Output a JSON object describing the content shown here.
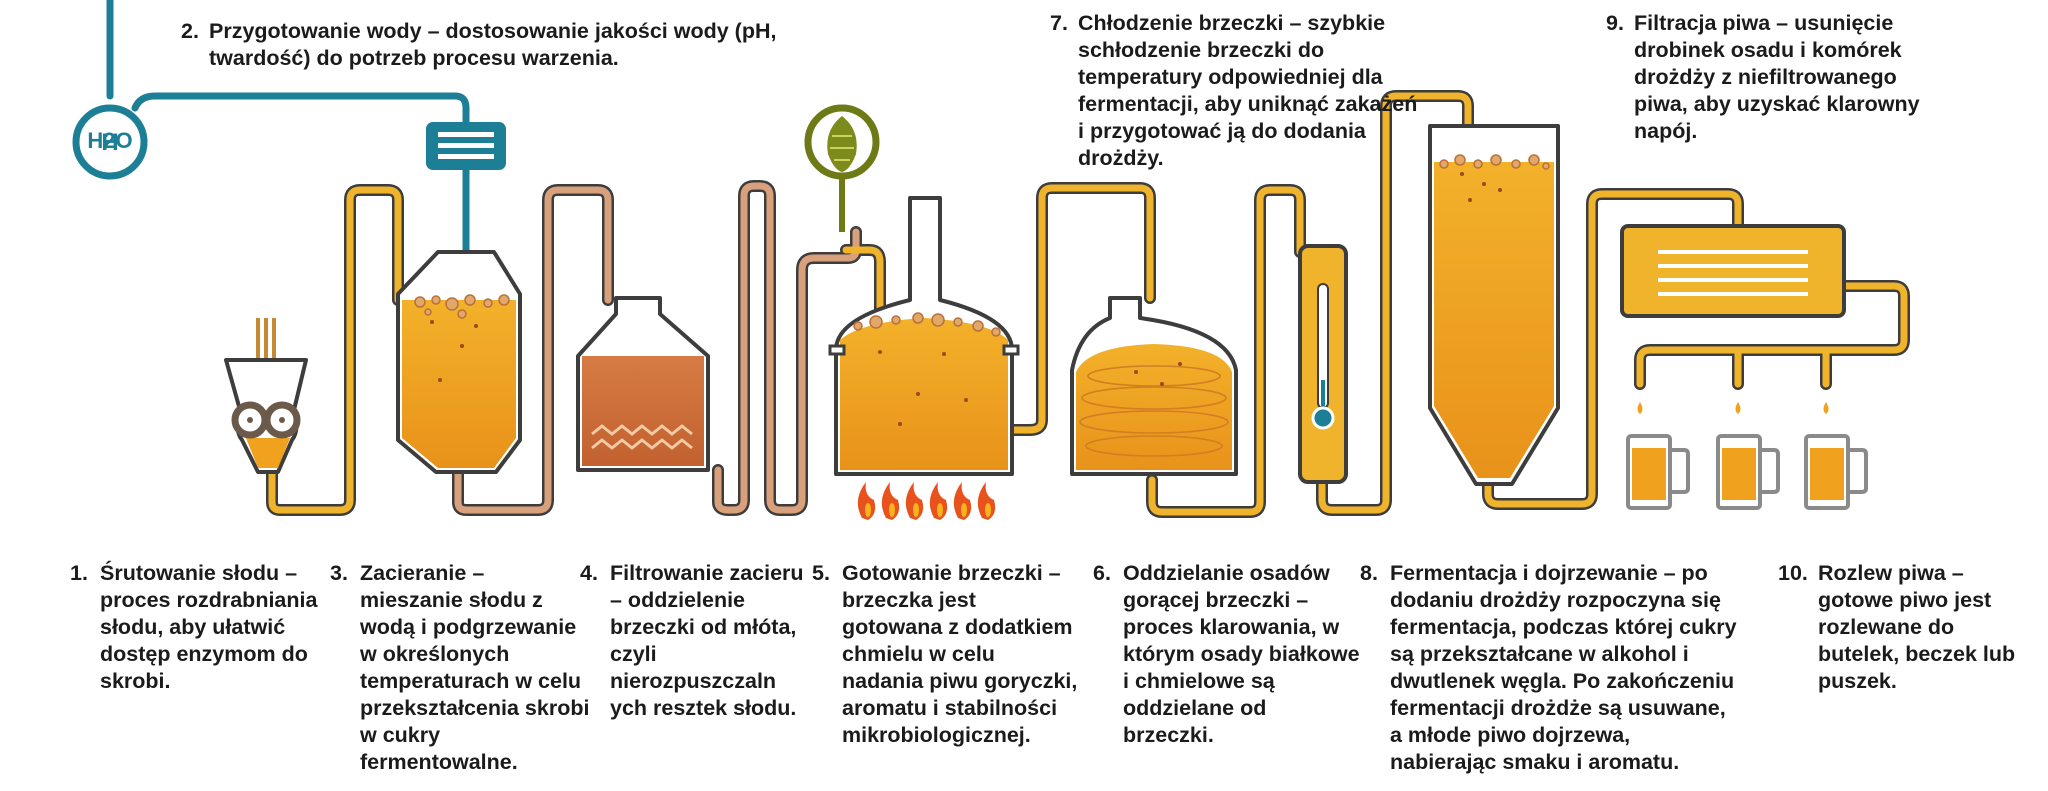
{
  "steps": {
    "s1": {
      "num": "1.",
      "text": "Śrutowanie słodu – proces rozdrabniania słodu, aby ułatwić dostęp enzymom do skrobi."
    },
    "s2": {
      "num": "2.",
      "text": "Przygotowanie wody – dostosowanie jakości wody (pH, twardość) do potrzeb procesu warzenia."
    },
    "s3": {
      "num": "3.",
      "text": "Zacieranie – mieszanie słodu z wodą i podgrzewanie w określonych temperaturach w celu przekształcenia skrobi w cukry fermentowalne."
    },
    "s4": {
      "num": "4.",
      "text": "Filtrowanie zacieru – oddzielenie brzeczki od młóta, czyli nierozpuszczaln ych resztek słodu."
    },
    "s5": {
      "num": "5.",
      "text": "Gotowanie brzeczki – brzeczka jest gotowana z dodatkiem chmielu w celu nadania piwu goryczki, aromatu i stabilności mikrobiologicznej."
    },
    "s6": {
      "num": "6.",
      "text": "Oddzielanie osadów gorącej brzeczki – proces klarowania, w którym osady białkowe i chmielowe są oddzielane od brzeczki."
    },
    "s7": {
      "num": "7.",
      "text": "Chłodzenie brzeczki – szybkie schłodzenie brzeczki do temperatury odpowiedniej dla fermentacji, aby uniknąć zakażeń i przygotować ją do dodania drożdży."
    },
    "s8": {
      "num": "8.",
      "text": "Fermentacja i dojrzewanie – po dodaniu drożdży rozpoczyna się fermentacja, podczas której cukry są przekształcane w alkohol i dwutlenek węgla. Po zakończeniu fermentacji drożdże są usuwane, a młode piwo dojrzewa, nabierając smaku i aromatu."
    },
    "s9": {
      "num": "9.",
      "text": "Filtracja piwa – usunięcie drobinek osadu i komórek drożdży z niefiltrowanego piwa, aby uzyskać klarowny napój."
    },
    "s10": {
      "num": "10.",
      "text": "Rozlew piwa – gotowe piwo jest rozlewane do butelek, beczek lub puszek."
    }
  },
  "water_label": "H2O",
  "colors": {
    "pipe_water": "#1d7f96",
    "pipe_beer": "#f0b42c",
    "pipe_wort": "#d9a07c",
    "beer": "#f0a21e",
    "wort_dark": "#c76a3c",
    "outline": "#3d3d3d",
    "hop": "#6d7a16",
    "flame": "#e8531d"
  },
  "icons": [
    "water-drop-icon",
    "hop-icon",
    "flame-icon",
    "thermometer-icon",
    "beer-mug-icon"
  ]
}
